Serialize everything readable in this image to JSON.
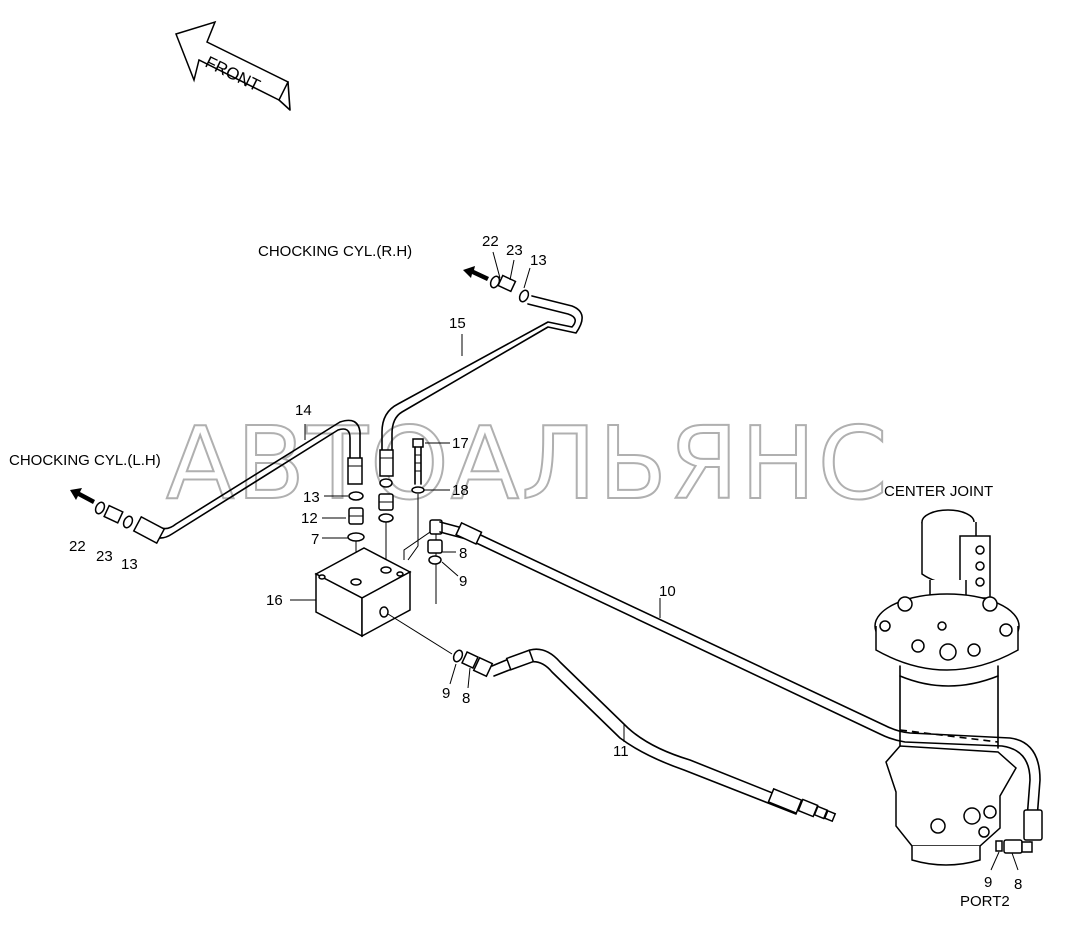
{
  "front_label": "FRONT",
  "watermark": "АВТОАЛЬЯНС",
  "callouts": {
    "cyl_rh": "CHOCKING CYL.(R.H)",
    "cyl_lh": "CHOCKING CYL.(L.H)",
    "center_joint": "CENTER JOINT",
    "port2": "PORT2"
  },
  "parts": {
    "p22a": "22",
    "p23a": "23",
    "p13a": "13",
    "p15": "15",
    "p14": "14",
    "p17": "17",
    "p13b": "13",
    "p18": "18",
    "p12": "12",
    "p7": "7",
    "p8a": "8",
    "p9a": "9",
    "p22b": "22",
    "p23b": "23",
    "p13c": "13",
    "p16": "16",
    "p10": "10",
    "p9b": "9",
    "p8b": "8",
    "p11": "11",
    "p9c": "9",
    "p8c": "8"
  }
}
